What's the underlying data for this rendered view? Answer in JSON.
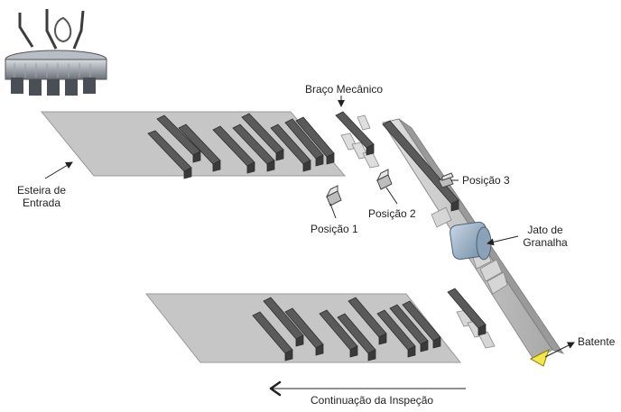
{
  "labels": {
    "robot_arm": "Braço Mecânico",
    "position_3": "Posição 3",
    "entry_conveyor": "Esteira de Entrada",
    "position_1": "Posição 1",
    "position_2": "Posição 2",
    "shot_blast": "Jato de Granalha",
    "stopper": "Batente",
    "continuation": "Continuação da Inspeção"
  },
  "colors": {
    "conveyor": "#c6c6c6",
    "bar": "#5a5a5a",
    "chute": "#bdbdbd",
    "blast_unit": "#9fb4c7",
    "stopper": "#f2e84a",
    "magnet": "#8a8f99"
  },
  "icons": {
    "magnet": "electromagnet-crane",
    "camera": "inspection-camera",
    "arrow": "arrow-left"
  }
}
